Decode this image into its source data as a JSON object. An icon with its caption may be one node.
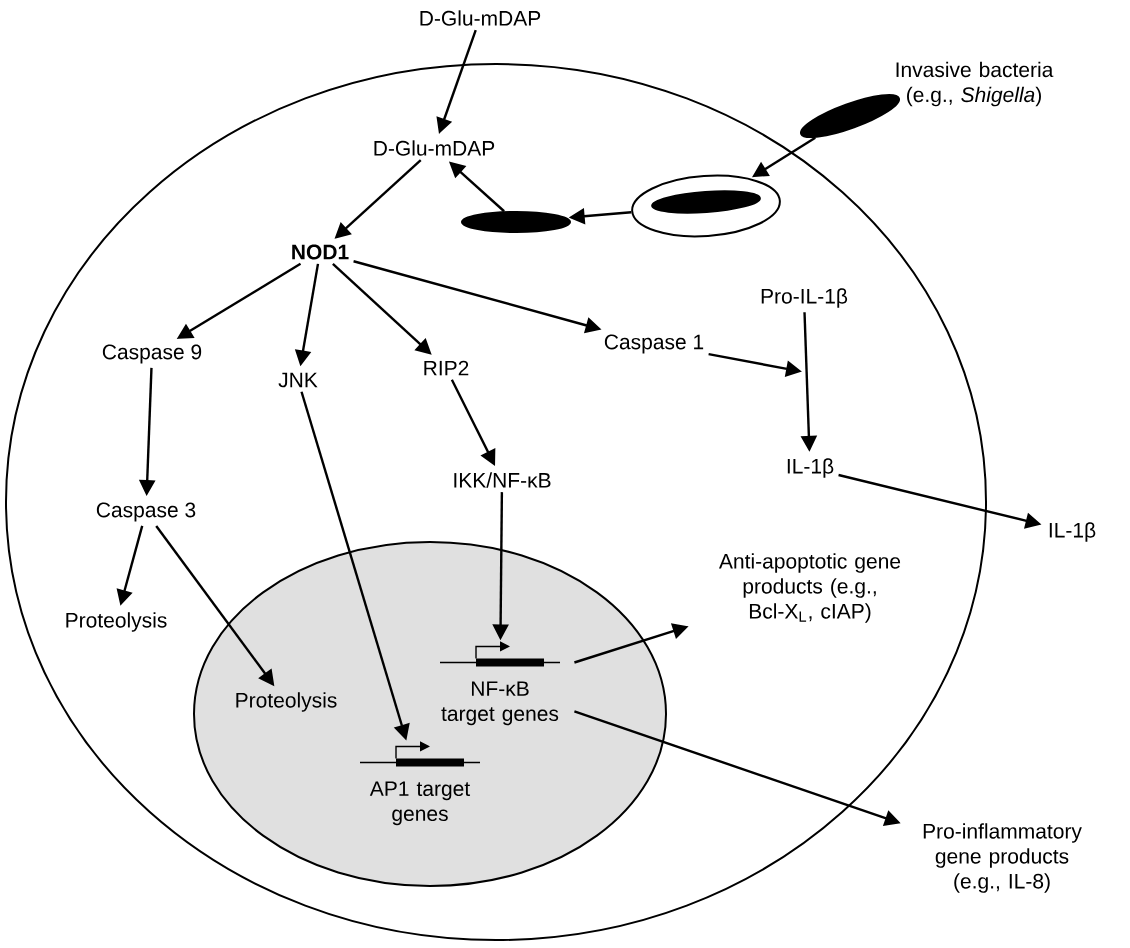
{
  "diagram": {
    "nodes": [
      {
        "text": [],
        "shape": "ellipse"
      },
      {
        "text": [],
        "shape": "ellipse",
        "in": 0
      },
      {
        "text": [
          "D-Glu-mDAP"
        ]
      },
      {
        "text": [
          "D-Glu-mDAP"
        ],
        "in": 0
      },
      {
        "text": [],
        "shape": "ellipse",
        "beside": [
          "Invasive bacteria (e.g., *Shigella*)"
        ]
      },
      {
        "text": [],
        "shape": "ellipse",
        "in": 0
      },
      {
        "text": [],
        "shape": "ellipse",
        "in": 5
      },
      {
        "text": [],
        "shape": "ellipse",
        "in": 0
      },
      {
        "text": [
          "NOD1"
        ],
        "in": 0
      },
      {
        "text": [
          "Caspase 9"
        ],
        "in": 0
      },
      {
        "text": [
          "JNK"
        ],
        "in": 0
      },
      {
        "text": [
          "RIP2"
        ],
        "in": 0
      },
      {
        "text": [
          "Caspase 1"
        ],
        "in": 0
      },
      {
        "text": [
          "Pro-IL-1β"
        ],
        "in": 0
      },
      {
        "text": [
          "IL-1β"
        ],
        "in": 0
      },
      {
        "text": [
          "IL-1β"
        ]
      },
      {
        "text": [
          "Caspase 3"
        ],
        "in": 0
      },
      {
        "text": [
          "IKK/NF-κB"
        ],
        "in": 0
      },
      {
        "text": [
          "Proteolysis"
        ],
        "in": 0
      },
      {
        "text": [
          "Proteolysis"
        ],
        "in": 1
      },
      {
        "text": [
          "NF-κB target genes"
        ],
        "in": 1
      },
      {
        "text": [
          "AP1 target genes"
        ],
        "in": 1
      },
      {
        "text": [
          "Anti-apoptotic gene products (e.g., Bcl-X$_{L}$, cIAP)"
        ],
        "in": 0
      },
      {
        "text": [
          "Pro-inflammatory gene products (e.g., IL-8)"
        ]
      }
    ],
    "edges": [
      {
        "from": 2,
        "to": 3,
        "arrow": "to"
      },
      {
        "from": 4,
        "to": 5,
        "arrow": "to"
      },
      {
        "from": 5,
        "to": 7,
        "arrow": "to"
      },
      {
        "from": 7,
        "to": 3,
        "arrow": "to"
      },
      {
        "from": 3,
        "to": 8,
        "arrow": "to"
      },
      {
        "from": 8,
        "to": 9,
        "arrow": "to"
      },
      {
        "from": 8,
        "to": 10,
        "arrow": "to"
      },
      {
        "from": 8,
        "to": 11,
        "arrow": "to"
      },
      {
        "from": 8,
        "to": 12,
        "arrow": "to"
      },
      {
        "from": 12,
        "to": null,
        "arrow": "to"
      },
      {
        "from": 13,
        "to": 14,
        "arrow": "to"
      },
      {
        "from": 14,
        "to": 15,
        "arrow": "to"
      },
      {
        "from": 9,
        "to": 16,
        "arrow": "to"
      },
      {
        "from": 16,
        "to": 18,
        "arrow": "to"
      },
      {
        "from": 16,
        "to": 19,
        "arrow": "to"
      },
      {
        "from": 10,
        "to": 21,
        "arrow": "to"
      },
      {
        "from": 11,
        "to": 17,
        "arrow": "to"
      },
      {
        "from": 17,
        "to": 20,
        "arrow": "to"
      },
      {
        "from": 20,
        "to": 22,
        "arrow": "to"
      },
      {
        "from": 20,
        "to": 23,
        "arrow": "to"
      }
    ]
  }
}
